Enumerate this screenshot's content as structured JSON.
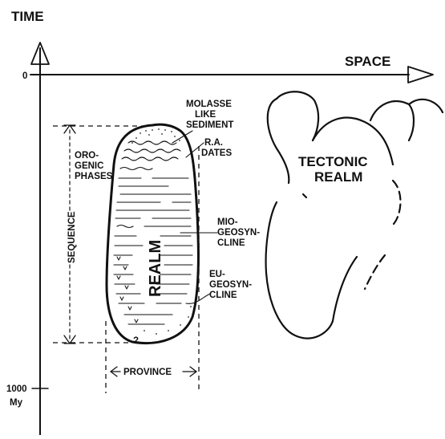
{
  "axes": {
    "y_title": "TIME",
    "x_title": "SPACE",
    "tick_zero": "0",
    "tick_1000_value": "1000",
    "tick_1000_unit": "My"
  },
  "labels": {
    "molasse": [
      "MOLASSE",
      "LIKE",
      "SEDIMENT"
    ],
    "ra_dates": [
      "R.A.",
      "DATES"
    ],
    "orogenic_phases": [
      "ORO-",
      "GENIC",
      "PHASES"
    ],
    "sequence": "SEQUENCE",
    "realm": "REALM",
    "miogeosyncline": [
      "MIO-",
      "GEOSYN-",
      "CLINE"
    ],
    "eugeosyncline": [
      "EU-",
      "GEOSYN-",
      "CLINE"
    ],
    "province": "PROVINCE",
    "tectonic_realm": [
      "TECTONIC",
      "REALM"
    ],
    "question_mark": "?"
  }
}
